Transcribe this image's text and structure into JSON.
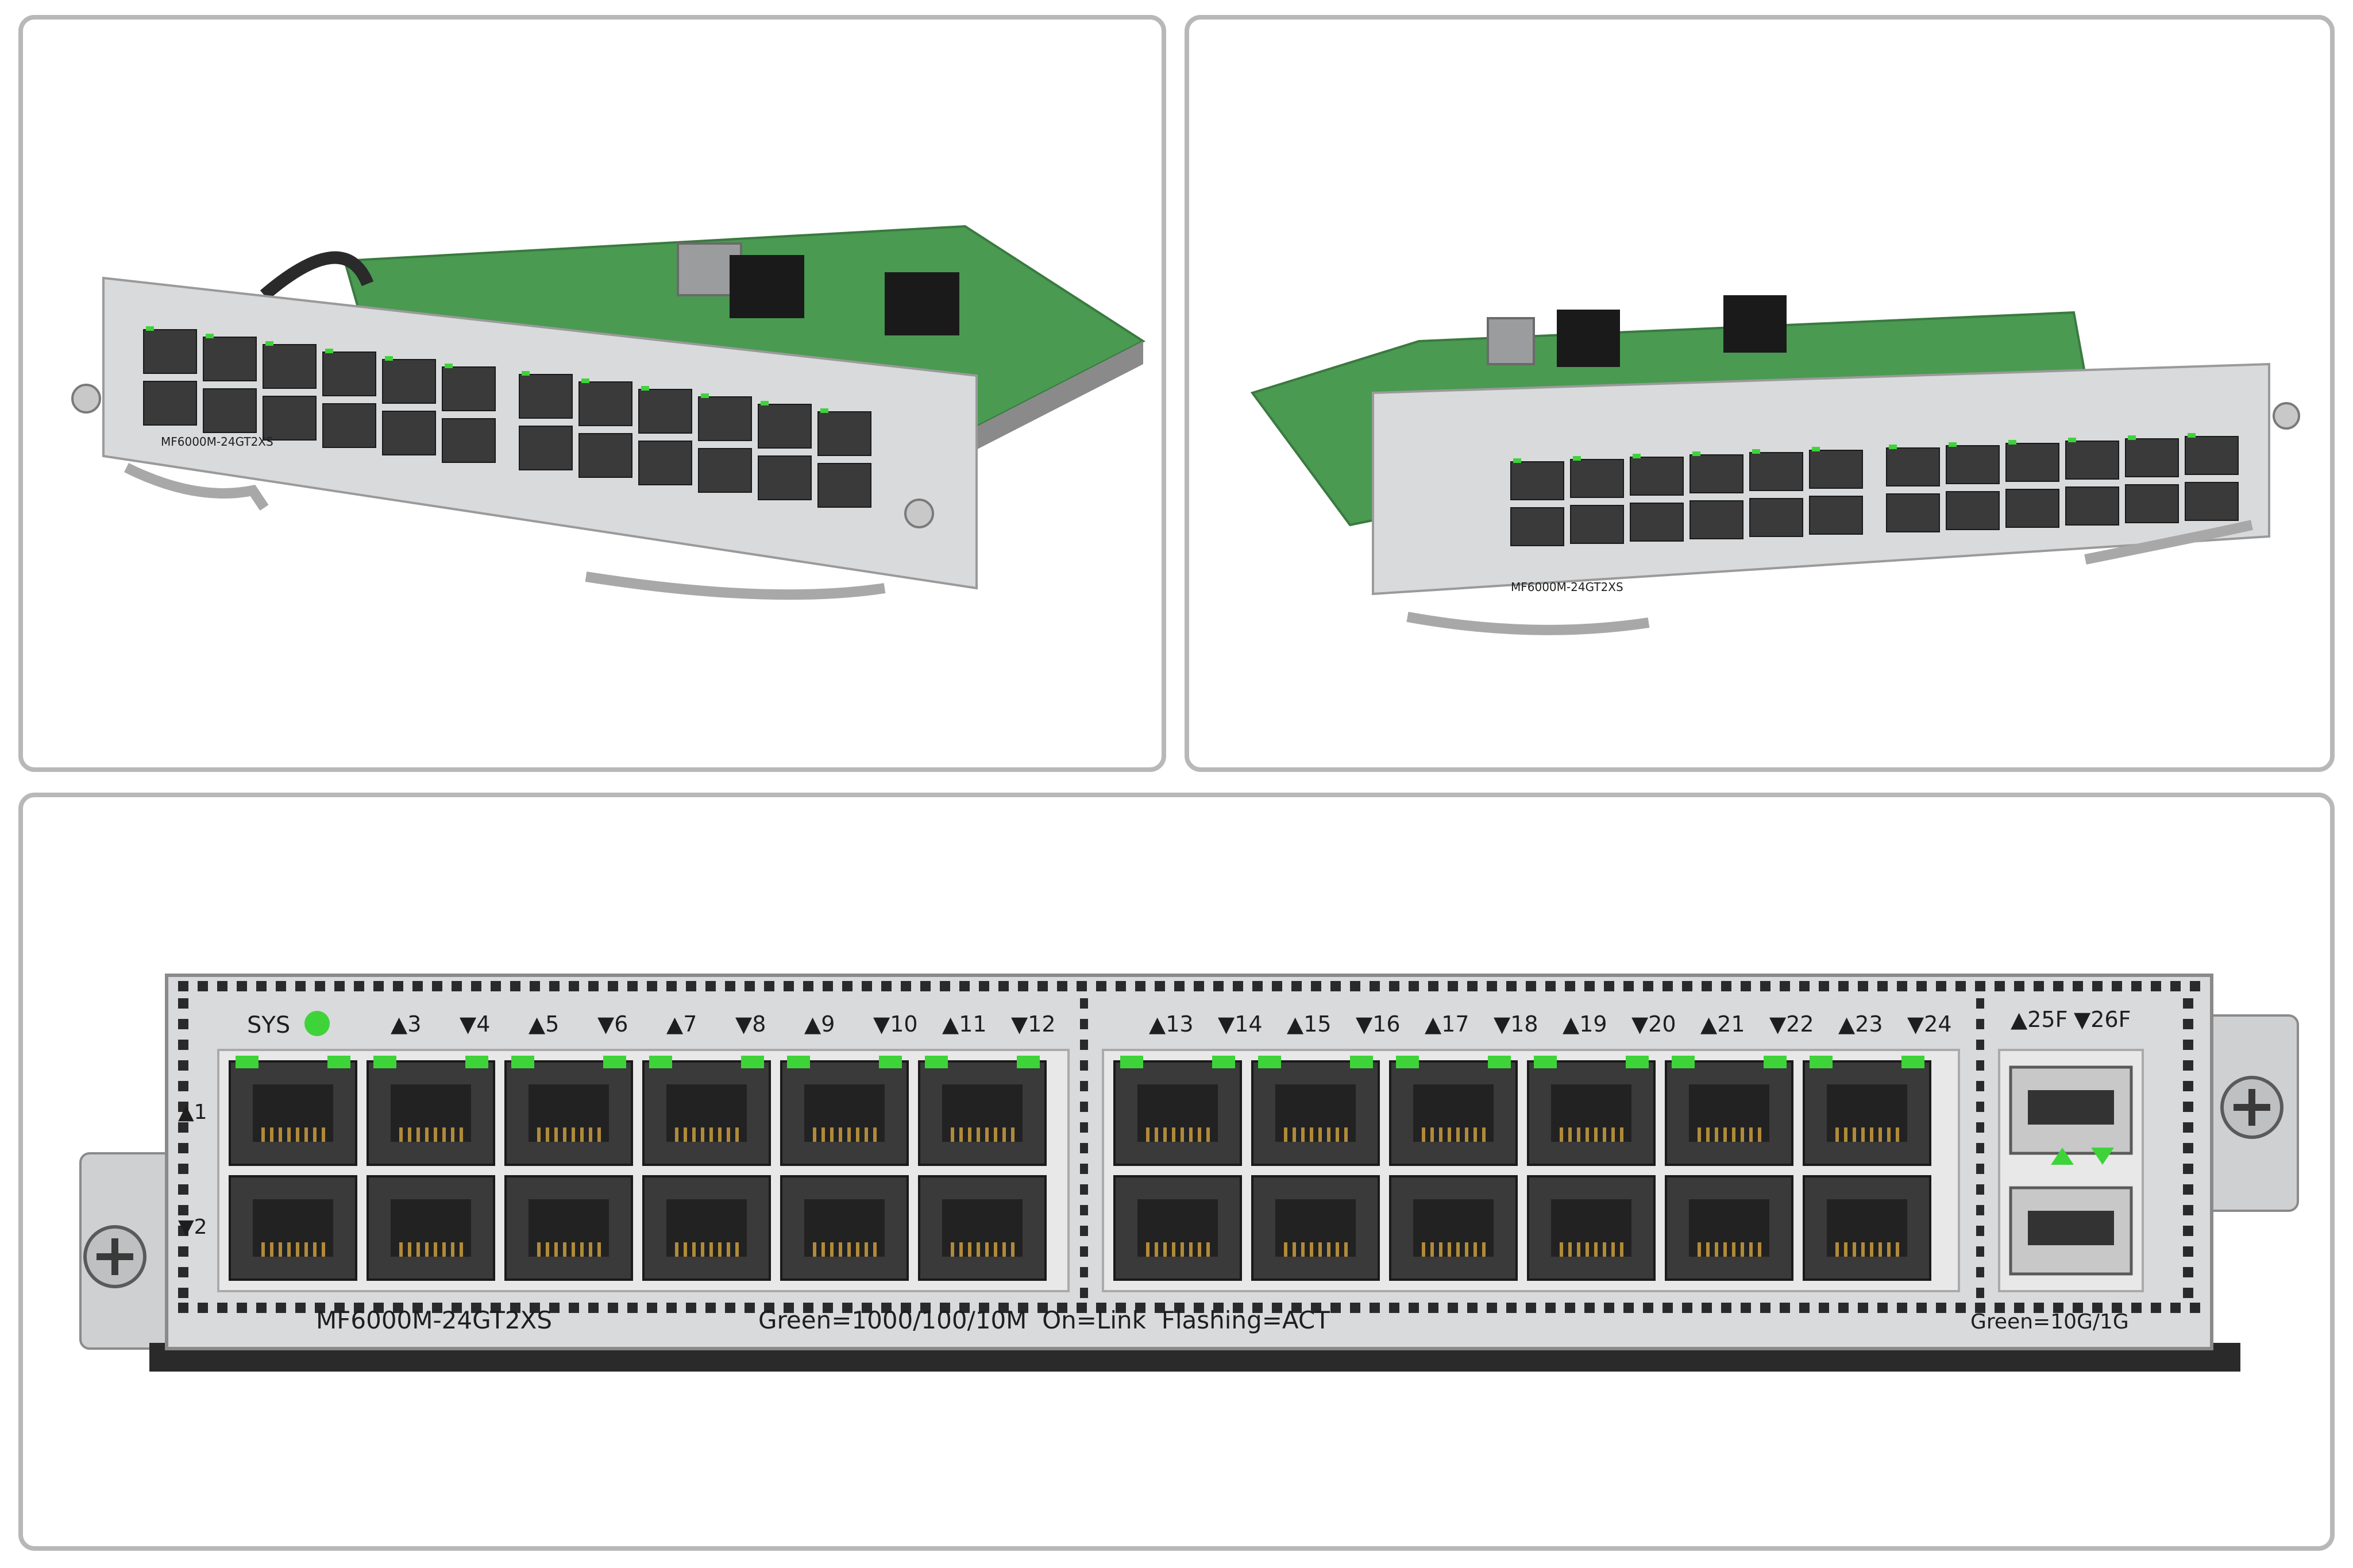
{
  "module": {
    "model": "MF6000M-24GT2XS",
    "led_legend_copper": "Green=1000/100/10M  On=Link  Flashing=ACT",
    "led_legend_sfp": "Green=10G/1G",
    "sys_label": "SYS",
    "port1": "▲1",
    "port2": "▼2",
    "top_labels": [
      "▲3",
      "▼4",
      "▲5",
      "▼6",
      "▲7",
      "▼8",
      "▲9",
      "▼10",
      "▲11",
      "▼12",
      "▲13",
      "▼14",
      "▲15",
      "▼16",
      "▲17",
      "▼18",
      "▲19",
      "▼20",
      "▲21",
      "▼22",
      "▲23",
      "▼24"
    ],
    "sfp_labels": [
      "▲25F",
      "▼26F"
    ]
  },
  "colors": {
    "led_green": "#3fd33a",
    "pcb_green": "#4a9a52",
    "panel_border": "#b8b8b8",
    "faceplate": "#d9dadc"
  }
}
